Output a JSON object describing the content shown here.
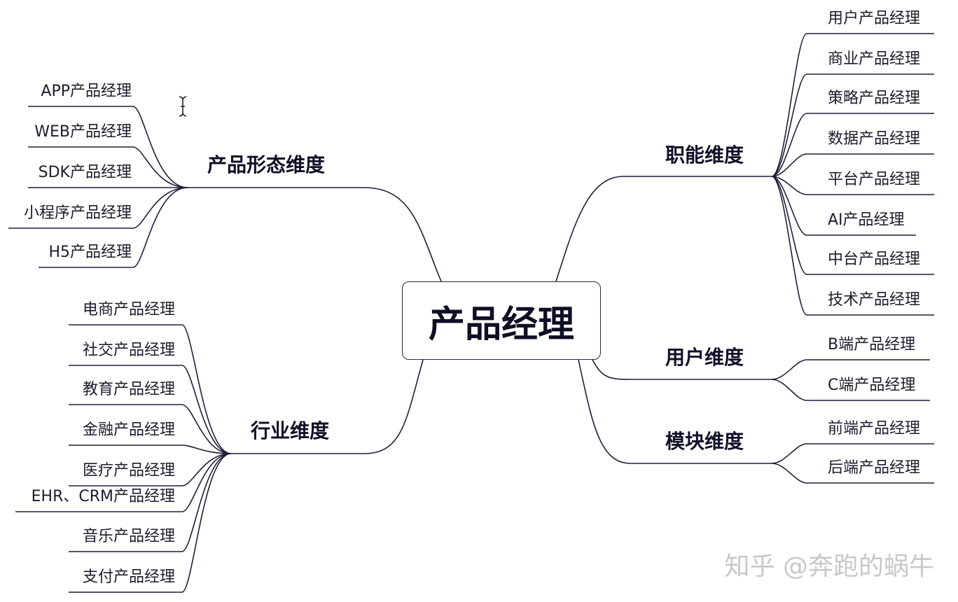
{
  "root": "产品经理",
  "branches": {
    "form": {
      "label": "产品形态维度",
      "items": [
        "APP产品经理",
        "WEB产品经理",
        "SDK产品经理",
        "小程序产品经理",
        "H5产品经理"
      ]
    },
    "industry": {
      "label": "行业维度",
      "items": [
        "电商产品经理",
        "社交产品经理",
        "教育产品经理",
        "金融产品经理",
        "医疗产品经理",
        "EHR、CRM产品经理",
        "音乐产品经理",
        "支付产品经理"
      ]
    },
    "function": {
      "label": "职能维度",
      "items": [
        "用户产品经理",
        "商业产品经理",
        "策略产品经理",
        "数据产品经理",
        "平台产品经理",
        "AI产品经理",
        "中台产品经理",
        "技术产品经理"
      ]
    },
    "user": {
      "label": "用户维度",
      "items": [
        "B端产品经理",
        "C端产品经理"
      ]
    },
    "module": {
      "label": "模块维度",
      "items": [
        "前端产品经理",
        "后端产品经理"
      ]
    }
  },
  "watermark": "知乎 @奔跑的蜗牛",
  "colors": {
    "line": "#1f1f3a",
    "text": "#1c1c2e",
    "watermark": "#c8c8cc"
  }
}
